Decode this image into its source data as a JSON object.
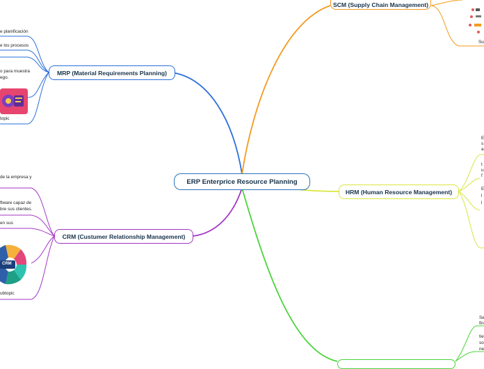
{
  "central": {
    "label": "ERP Enterprice Resource Planning",
    "color": "#2a74b8"
  },
  "branches": {
    "mrp": {
      "label": "MRP (Material Requirements Planning)",
      "color": "#2a6fdc",
      "leaves": [
        "e planificación",
        "e los procesos",
        "o para muestra",
        "ego.",
        "topic"
      ]
    },
    "crm": {
      "label": "CRM (Custumer Relationship Management)",
      "color": "#a335c6",
      "leaves": [
        "de la empresa y",
        "ftware capaz de",
        "bre sus clientes.",
        "en sus",
        "ubtopic"
      ],
      "image_text": "CRM"
    },
    "scm": {
      "label": "SCM (Supply Chain Management)",
      "color": "#f39a1e",
      "leaves": [
        "Su"
      ]
    },
    "hrm": {
      "label": "HRM (Human Resource Management)",
      "color": "#d9e640",
      "leaves": [
        "E",
        "s",
        "a",
        "t",
        "u",
        "f",
        "E",
        "l",
        "l"
      ]
    },
    "fin": {
      "color": "#4bd43c",
      "leaves": [
        "Se",
        "fin",
        "tie",
        "so",
        "ne"
      ]
    }
  }
}
